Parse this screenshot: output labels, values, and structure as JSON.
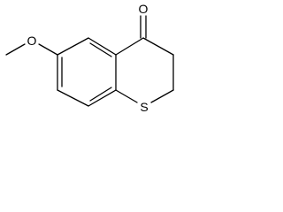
{
  "molecule": {
    "atoms": {
      "carbonyl_oxygen": "O",
      "ether_oxygen": "O",
      "ring_sulfur": "S"
    },
    "line_color": "#000000",
    "background": "#ffffff"
  }
}
